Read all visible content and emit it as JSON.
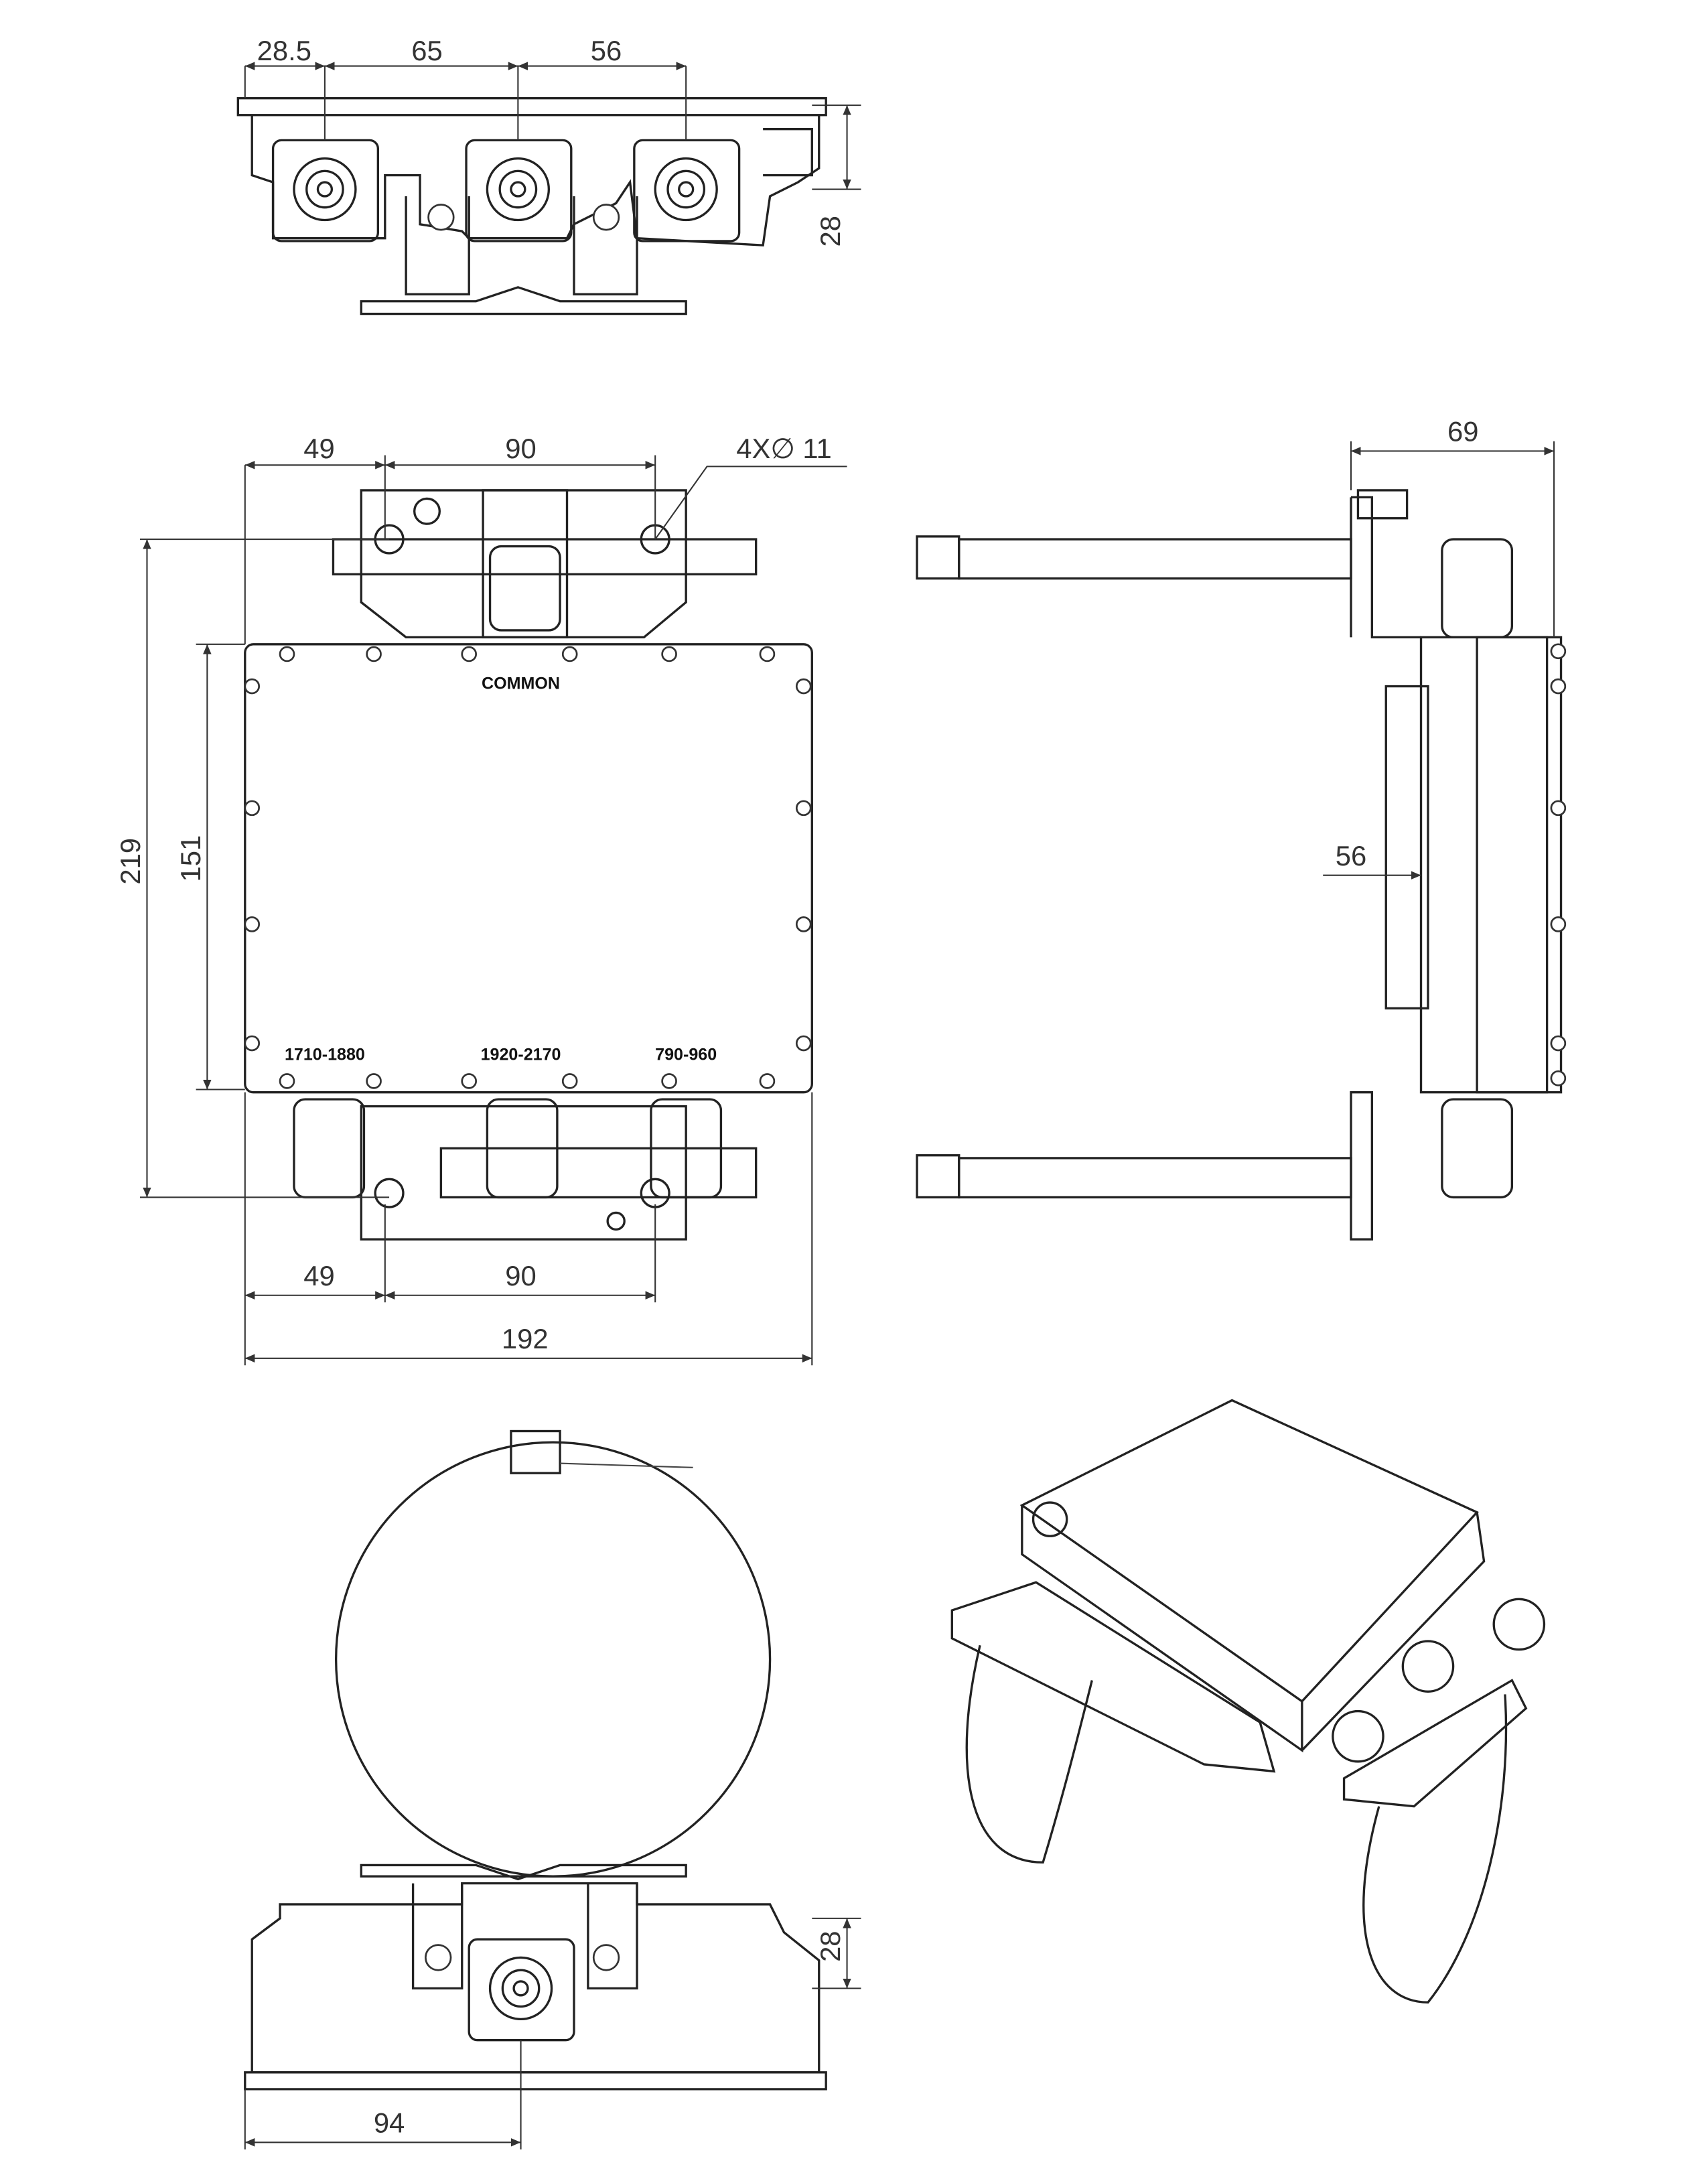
{
  "top_view": {
    "dims": {
      "a": "28.5",
      "b": "65",
      "c": "56",
      "height": "28"
    }
  },
  "front_view": {
    "dims": {
      "top_left": "49",
      "top_span": "90",
      "holes": "4X∅ 11",
      "overall_height": "219",
      "body_height": "151",
      "bottom_left": "49",
      "bottom_span": "90",
      "overall_width": "192"
    },
    "labels": {
      "common": "COMMON",
      "port1": "1710-1880",
      "port2": "1920-2170",
      "port3": "790-960"
    }
  },
  "side_view": {
    "dims": {
      "depth": "69",
      "body_depth": "56"
    }
  },
  "bottom_view": {
    "dims": {
      "offset": "94",
      "height": "28"
    }
  }
}
